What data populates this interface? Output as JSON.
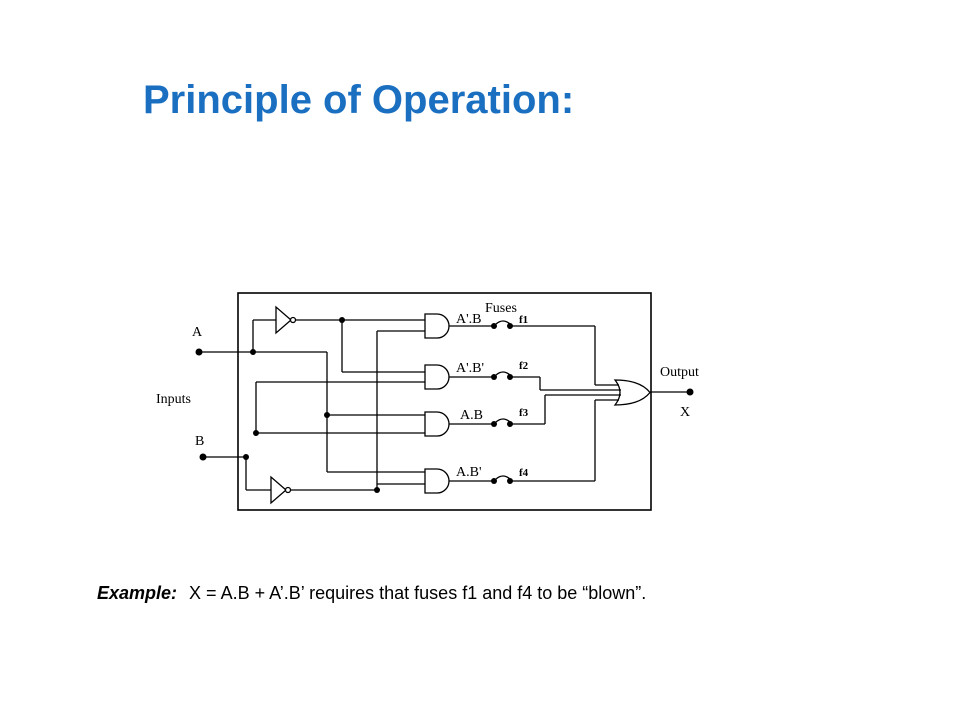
{
  "title": "Principle of Operation:",
  "diagram": {
    "input_a": "A",
    "input_b": "B",
    "inputs_label": "Inputs",
    "fuses_label": "Fuses",
    "output_label": "Output",
    "output_var": "X",
    "products": [
      "A'.B",
      "A'.B'",
      "A.B",
      "A.B'"
    ],
    "fuses": [
      "f1",
      "f2",
      "f3",
      "f4"
    ]
  },
  "example": {
    "label": "Example:",
    "text": "X  =  A.B  + A’.B’ requires that fuses f1 and f4 to be “blown”."
  }
}
